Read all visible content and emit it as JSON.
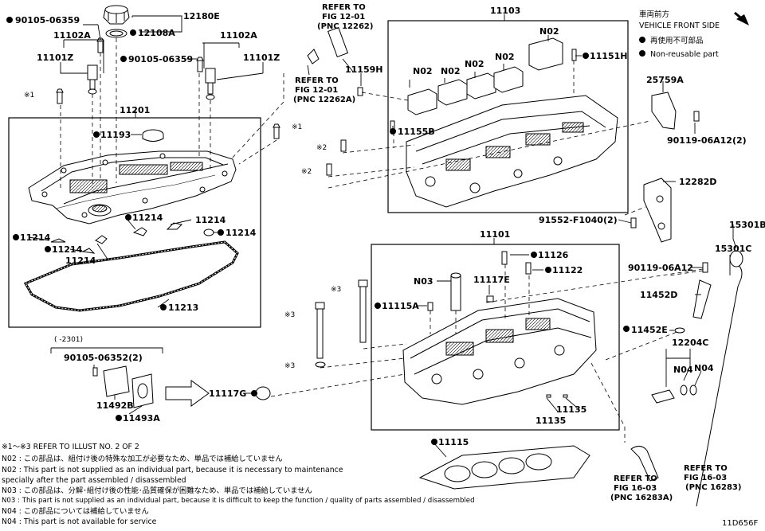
{
  "colors": {
    "ink": "#000000",
    "paper": "#ffffff"
  },
  "orientation": {
    "jp": "車両前方",
    "en": "VEHICLE FRONT SIDE"
  },
  "legend": [
    {
      "jp": "再使用不可部品"
    },
    {
      "en": "Non-reusable part"
    }
  ],
  "parts": {
    "p11103": "11103",
    "p11101": "11101",
    "p11201": "11201",
    "p90105_06359_a": "90105-06359",
    "p12180E": "12180E",
    "p12108A": "12108A",
    "p11102A_l": "11102A",
    "p11102A_r": "11102A",
    "p11101Z_l": "11101Z",
    "p11101Z_r": "11101Z",
    "p90105_06359_b": "90105-06359",
    "p11159H": "11159H",
    "p11155B": "11155B",
    "p11151H": "11151H",
    "p25759A": "25759A",
    "p90119_06A12_2": "90119-06A12(2)",
    "p12282D": "12282D",
    "p91552": "91552-F1040(2)",
    "p15301B": "15301B",
    "p15301C": "15301C",
    "p90119_06A12": "90119-06A12",
    "p11126": "11126",
    "p11122": "11122",
    "pN03": "N03",
    "p11117E": "11117E",
    "p11115A": "11115A",
    "p11452D": "11452D",
    "p11452E": "11452E",
    "p12204C": "12204C",
    "p11117G": "11117G",
    "p11135_a": "11135",
    "p11135_b": "11135",
    "p11193": "11193",
    "p11214_a": "11214",
    "p11214_b": "11214",
    "p11214_c": "11214",
    "p11214_d": "11214",
    "p11214_e": "11214",
    "p11213": "11213",
    "p90105_06352": "90105-06352(2)",
    "p11492B": "11492B",
    "p11493A": "11493A",
    "p11115": "11115",
    "n02_1": "N02",
    "n02_2": "N02",
    "n02_3": "N02",
    "n02_4": "N02",
    "n02_5": "N02",
    "n04_1": "N04",
    "n04_2": "N04",
    "x1_a": "※1",
    "x1_b": "※1",
    "x2_a": "※2",
    "x2_b": "※2",
    "x3_a": "※3",
    "x3_b": "※3",
    "x3_c": "※3",
    "date_range": "(      -2301)"
  },
  "refs": {
    "r1": {
      "l1": "REFER TO",
      "l2": "FIG 12-01",
      "l3": "(PNC 12262)"
    },
    "r2": {
      "l1": "REFER TO",
      "l2": "FIG 12-01",
      "l3": "(PNC 12262A)"
    },
    "r3": {
      "l1": "REFER TO",
      "l2": "FIG 16-03",
      "l3": "(PNC 16283A)"
    },
    "r4": {
      "l1": "REFER TO",
      "l2": "FIG 16-03",
      "l3": "(PNC 16283)"
    }
  },
  "notes": [
    "※1～※3  REFER TO ILLUST NO. 2 OF 2",
    "N02 : この部品は、組付け後の特殊な加工が必要なため、単品では補給していません",
    "N02 : This part is not supplied as an individual part, because it is necessary to maintenance",
    "        specially after the part assembled / disassembled",
    "N03 : この部品は、分解･組付け後の性能･品質確保が困難なため、単品では補給していません",
    "N03 : This part is not supplied as an individual part, because it is difficult to keep the function / quality of parts  assembled / disassembled",
    "N04 : この部品については補給していません",
    "N04 : This part is not available for service"
  ],
  "figure_code": "11D656F"
}
